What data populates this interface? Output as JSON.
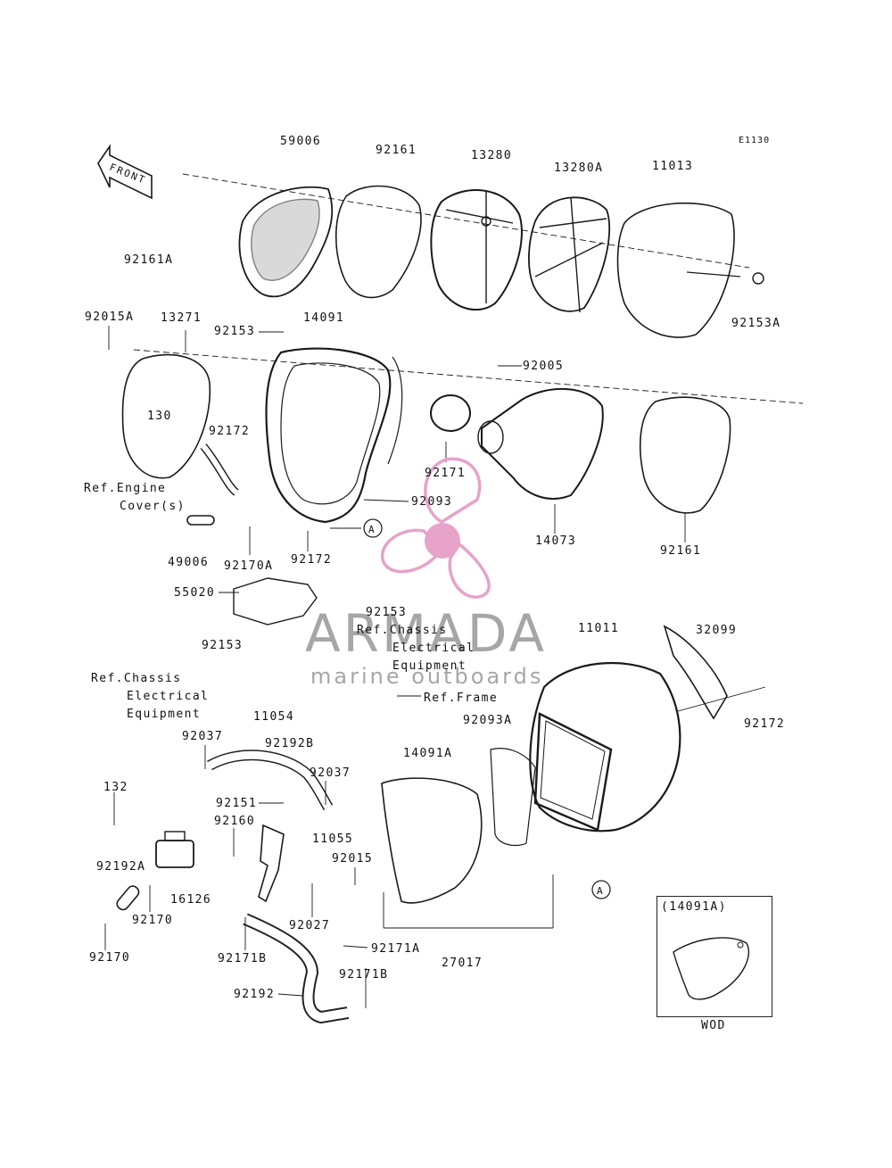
{
  "diagram_code": "E1130",
  "front_label": "FRONT",
  "watermark": {
    "brand": "ARMADA",
    "tagline": "marine outboards",
    "color": "#e7a3c9"
  },
  "inset": {
    "title": "(14091A)",
    "caption": "WOD"
  },
  "callout_letter": "A",
  "labels": {
    "p59006": "59006",
    "p92161_top": "92161",
    "p13280": "13280",
    "p13280A": "13280A",
    "p11013": "11013",
    "p92161A": "92161A",
    "p92153A": "92153A",
    "p92015A": "92015A",
    "p13271": "13271",
    "p92153_a": "92153",
    "p14091": "14091",
    "p92005": "92005",
    "p130": "130",
    "p92172_a": "92172",
    "p92171": "92171",
    "p92093": "92093",
    "p14073": "14073",
    "p92161_b": "92161",
    "ref_engine_1": "Ref.Engine",
    "ref_engine_2": "Cover(s)",
    "p49006": "49006",
    "p92170A": "92170A",
    "p92172_b": "92172",
    "p55020": "55020",
    "p92153_b": "92153",
    "ref_chassis_a1": "Ref.Chassis",
    "ref_chassis_a2": "Electrical",
    "ref_chassis_a3": "Equipment",
    "p11011": "11011",
    "p32099": "32099",
    "p92153_c": "92153",
    "ref_chassis_b1": "Ref.Chassis",
    "ref_chassis_b2": "Electrical",
    "ref_chassis_b3": "Equipment",
    "p11054": "11054",
    "ref_frame": "Ref.Frame",
    "p92093A": "92093A",
    "p92172_c": "92172",
    "p92037_a": "92037",
    "p92192B": "92192B",
    "p92037_b": "92037",
    "p14091A": "14091A",
    "p132": "132",
    "p92151": "92151",
    "p92160": "92160",
    "p11055": "11055",
    "p92192A": "92192A",
    "p92015": "92015",
    "p16126": "16126",
    "p92170_a": "92170",
    "p92027": "92027",
    "p92170_b": "92170",
    "p92171B_a": "92171B",
    "p92171A": "92171A",
    "p27017": "27017",
    "p92192": "92192",
    "p92171B_b": "92171B"
  }
}
